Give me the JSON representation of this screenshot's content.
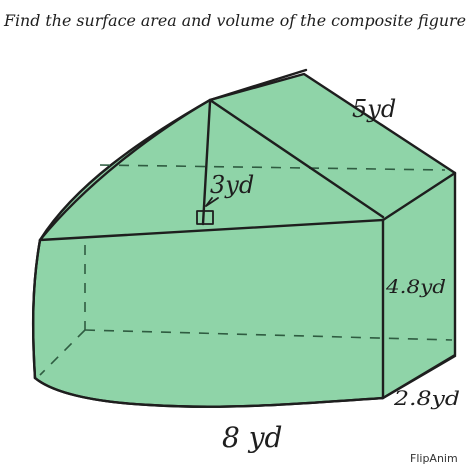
{
  "title": "Find the surface area and volume of the composite figure",
  "labels": {
    "top_edge": "5yd",
    "prism_height": "3yd",
    "box_height": "4.8yd",
    "depth": "2.8yd",
    "length": "8 yd"
  },
  "watermark": "FlipAnim",
  "colors": {
    "fill": "#8fd4a8",
    "stroke": "#1e1e1e",
    "hidden": "#2f5c41"
  }
}
